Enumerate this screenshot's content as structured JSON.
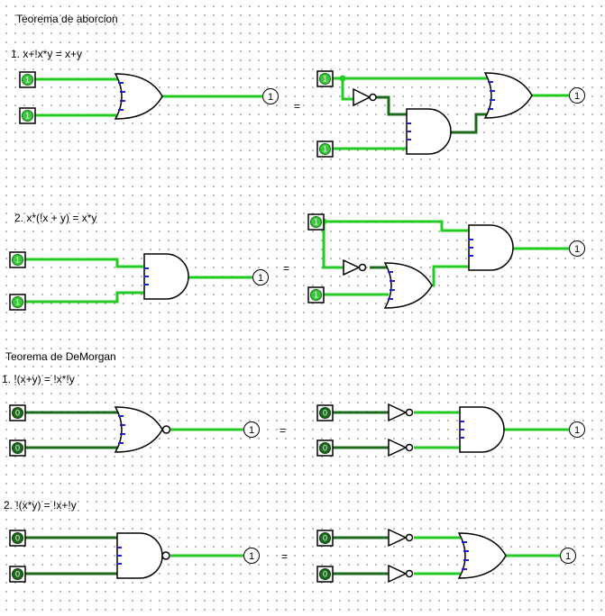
{
  "sections": {
    "absorption_title": "Teorema de aborcion",
    "demorgan_title": "Teorema de DeMorgan"
  },
  "equations": {
    "abs1": "1.  x+!x*y = x+y",
    "abs2": "2.  x*(!x + y) = x*y",
    "dm1": "1. !(x+y) = !x*!y",
    "dm2": "2. !(x*y) = !x+!y"
  },
  "symbols": {
    "equals": "="
  },
  "inputs": {
    "high": "1",
    "low": "0"
  },
  "outputs": {
    "value": "1"
  },
  "colors": {
    "wire_high": "#22cc22",
    "wire_low": "#1a6b1a",
    "pin": "#2222cc"
  }
}
